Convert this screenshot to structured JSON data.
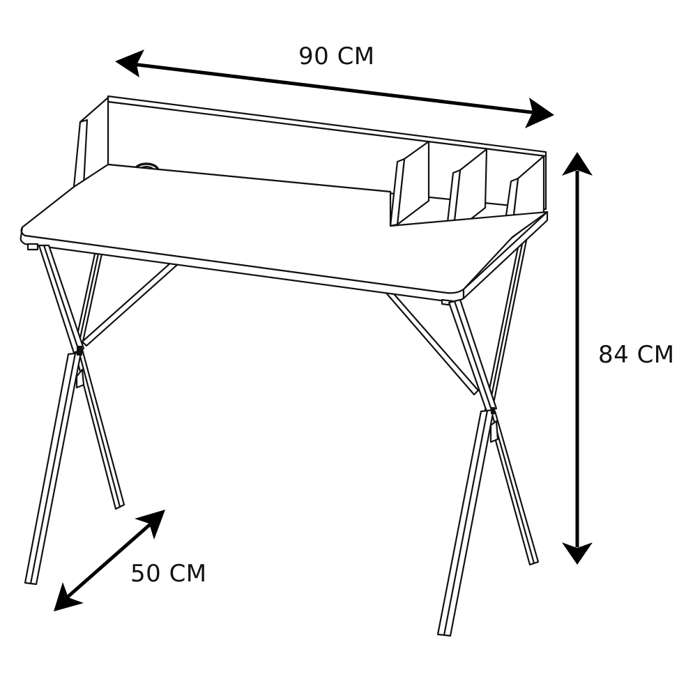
{
  "diagram": {
    "subject": "Desk with hutch shelf and X-frame legs",
    "line_color": "#111111",
    "background": "#ffffff",
    "dimensions": {
      "width": {
        "label": "90 CM",
        "value": 90,
        "unit": "CM",
        "axis": "width"
      },
      "height": {
        "label": "84 CM",
        "value": 84,
        "unit": "CM",
        "axis": "height"
      },
      "depth": {
        "label": "50 CM",
        "value": 50,
        "unit": "CM",
        "axis": "depth"
      }
    },
    "parts": [
      "tabletop",
      "back-panel",
      "left-side-panel",
      "right-side-panel",
      "shelf-divider-1",
      "shelf-divider-2",
      "cable-grommet",
      "left-x-frame-legs",
      "right-x-frame-legs",
      "diagonal-braces"
    ]
  }
}
